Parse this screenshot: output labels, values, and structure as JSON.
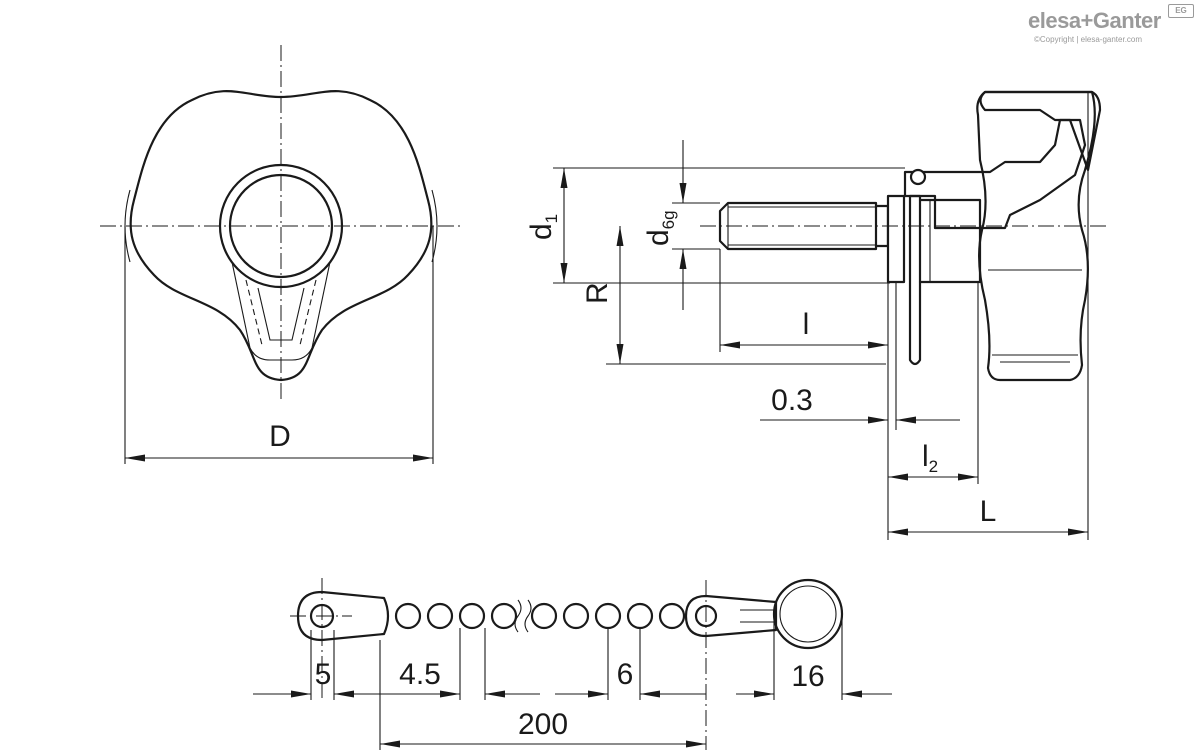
{
  "brand": {
    "name": "elesa+Ganter",
    "badge": "EG",
    "copyright": "©Copyright | elesa-ganter.com"
  },
  "dimensions": {
    "D": "D",
    "d1_main": "d",
    "d1_sub": "1",
    "d6g_main": "d",
    "d6g_sub": "6g",
    "R": "R",
    "l": "l",
    "gap": "0.3",
    "l2_main": "l",
    "l2_sub": "2",
    "L": "L"
  },
  "chain": {
    "ring_width": "5",
    "ball_diameter": "4.5",
    "ball_pitch": "6",
    "length": "200",
    "ring_outer": "16"
  }
}
